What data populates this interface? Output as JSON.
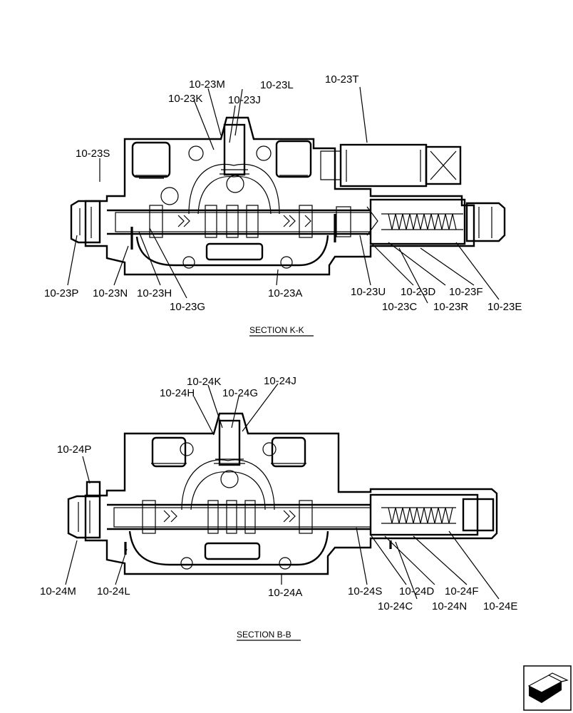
{
  "sections": [
    {
      "id": "k-k",
      "caption": "SECTION  K-K",
      "labels": [
        "10-23M",
        "10-23L",
        "10-23K",
        "10-23J",
        "10-23T",
        "10-23S",
        "10-23P",
        "10-23N",
        "10-23H",
        "10-23G",
        "10-23A",
        "10-23U",
        "10-23D",
        "10-23F",
        "10-23C",
        "10-23R",
        "10-23E"
      ]
    },
    {
      "id": "b-b",
      "caption": "SECTION  B-B",
      "labels": [
        "10-24K",
        "10-24J",
        "10-24H",
        "10-24G",
        "10-24P",
        "10-24M",
        "10-24L",
        "10-24A",
        "10-24S",
        "10-24D",
        "10-24F",
        "10-24C",
        "10-24N",
        "10-24E"
      ]
    }
  ],
  "nav_icon": "page-arrow-icon"
}
